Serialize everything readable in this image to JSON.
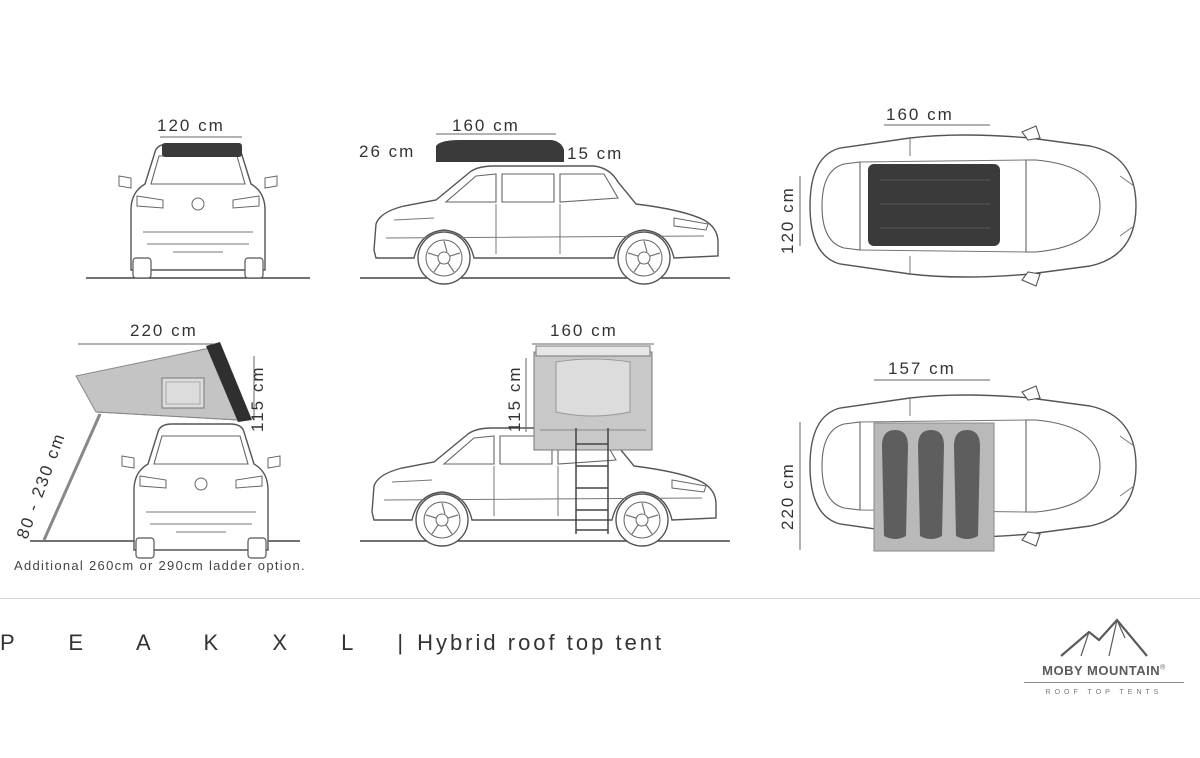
{
  "views": {
    "front_closed": {
      "width_label": "120 cm"
    },
    "side_closed": {
      "length_label": "160 cm",
      "front_height_label": "26 cm",
      "rear_height_label": "15 cm"
    },
    "top_closed": {
      "length_label": "160 cm",
      "width_label": "120 cm"
    },
    "front_open": {
      "length_label": "220 cm",
      "height_label": "115 cm",
      "ladder_label": "80 - 230 cm"
    },
    "side_open": {
      "length_label": "160 cm",
      "height_label": "115 cm"
    },
    "top_open": {
      "width_label": "157 cm",
      "length_label": "220 cm"
    }
  },
  "note": "Additional 260cm or 290cm ladder option.",
  "product": {
    "name": "P E A K   X L",
    "separator": "|",
    "description": "Hybrid roof top tent"
  },
  "logo": {
    "brand": "MOBY MOUNTAIN",
    "registered": "®",
    "tagline": "ROOF TOP TENTS"
  },
  "colors": {
    "line": "#555555",
    "tent_dark": "#3a3a3a",
    "tent_light": "#bdbdbd",
    "bag": "#5e5e5e"
  }
}
